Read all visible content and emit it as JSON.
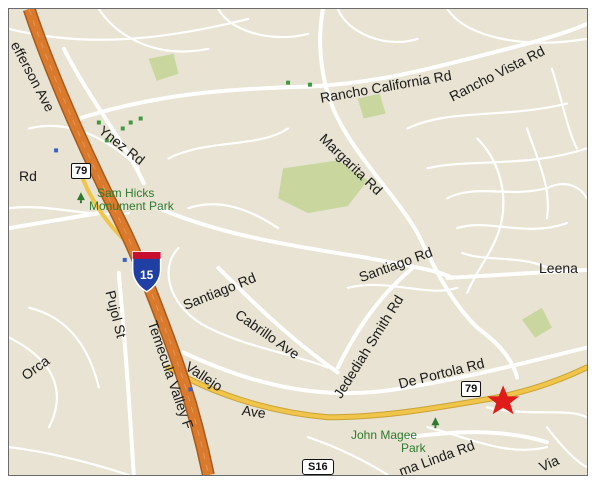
{
  "map": {
    "colors": {
      "background": "#e8e3d2",
      "road": "#ffffff",
      "interstate": "#d97a2c",
      "highway": "#f0c54a",
      "park": "#c9d79f",
      "marker": "#e01b1b"
    },
    "road_labels": {
      "rancho_california": "Rancho California Rd",
      "rancho_vista": "Rancho Vista Rd",
      "margarita": "Margarita Rd",
      "ynez": "Ynez Rd",
      "rd_left": "Rd",
      "jefferson": "efferson Ave",
      "santiago_left": "Santiago Rd",
      "santiago_right": "Santiago Rd",
      "cabrillo": "Cabrillo Ave",
      "jedediah": "Jedediah Smith Rd",
      "de_portola": "De Portola Rd",
      "pujol": "Pujol St",
      "temecula_valley": "Temecula Valley F",
      "vallejo": "Vallejo",
      "ave": "Ave",
      "leena": "Leena",
      "linda": "ma Linda Rd",
      "via": "Via",
      "orca": "Orca"
    },
    "parks": {
      "sam_hicks_line1": "Sam Hicks",
      "sam_hicks_line2": "Monument Park",
      "john_magee_line1": "John Magee",
      "john_magee_line2": "Park"
    },
    "shields": {
      "route79_north": "79",
      "route79_south": "79",
      "interstate": "15",
      "county": "S16"
    },
    "icons": {
      "marker": "red-star-icon",
      "park": "tree-icon"
    }
  }
}
